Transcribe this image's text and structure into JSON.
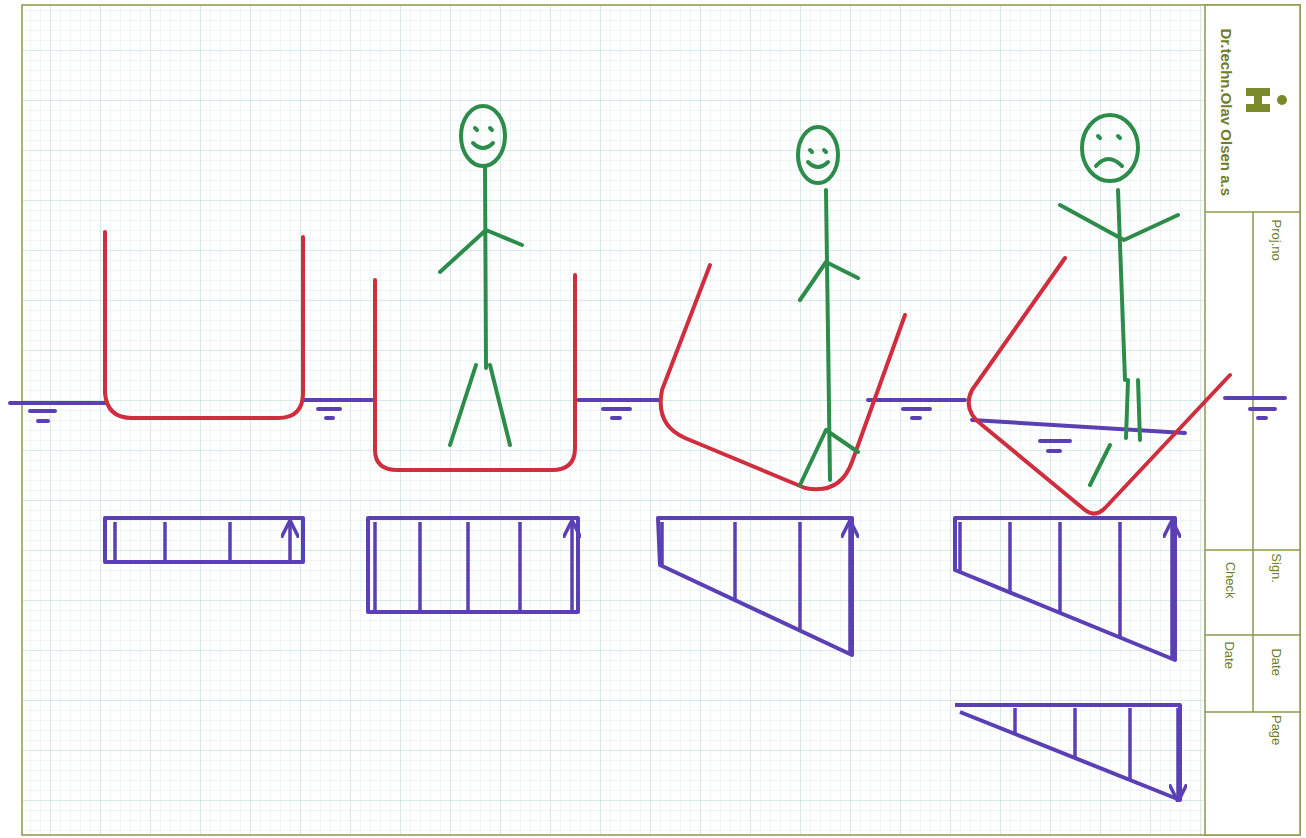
{
  "diagram": {
    "labels": [
      "Dr.techn.Olav Olsen a.s",
      "Proj.no",
      "Sign.",
      "Check",
      "Date",
      "Date",
      "Page"
    ]
  }
}
